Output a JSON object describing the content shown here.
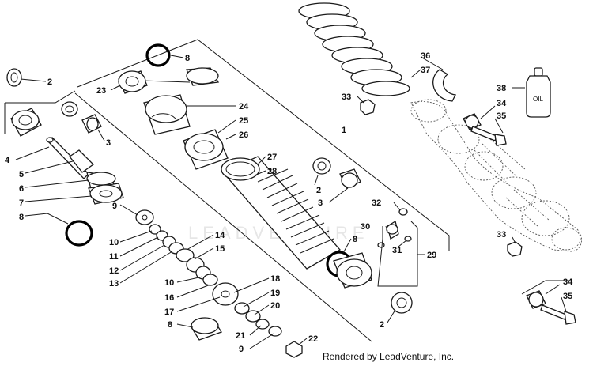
{
  "callouts": [
    {
      "id": "c2a",
      "text": "2"
    },
    {
      "id": "c4",
      "text": "4"
    },
    {
      "id": "c5",
      "text": "5"
    },
    {
      "id": "c6",
      "text": "6"
    },
    {
      "id": "c7",
      "text": "7"
    },
    {
      "id": "c8a",
      "text": "8"
    },
    {
      "id": "c3a",
      "text": "3"
    },
    {
      "id": "c9a",
      "text": "9"
    },
    {
      "id": "c10a",
      "text": "10"
    },
    {
      "id": "c11",
      "text": "11"
    },
    {
      "id": "c12",
      "text": "12"
    },
    {
      "id": "c13",
      "text": "13"
    },
    {
      "id": "c14",
      "text": "14"
    },
    {
      "id": "c15",
      "text": "15"
    },
    {
      "id": "c10b",
      "text": "10"
    },
    {
      "id": "c16",
      "text": "16"
    },
    {
      "id": "c17",
      "text": "17"
    },
    {
      "id": "c8b",
      "text": "8"
    },
    {
      "id": "c18",
      "text": "18"
    },
    {
      "id": "c19",
      "text": "19"
    },
    {
      "id": "c20",
      "text": "20"
    },
    {
      "id": "c21",
      "text": "21"
    },
    {
      "id": "c9b",
      "text": "9"
    },
    {
      "id": "c22",
      "text": "22"
    },
    {
      "id": "c8c",
      "text": "8"
    },
    {
      "id": "c23",
      "text": "23"
    },
    {
      "id": "c24",
      "text": "24"
    },
    {
      "id": "c25",
      "text": "25"
    },
    {
      "id": "c26",
      "text": "26"
    },
    {
      "id": "c1",
      "text": "1"
    },
    {
      "id": "c27",
      "text": "27"
    },
    {
      "id": "c28",
      "text": "28"
    },
    {
      "id": "c2b",
      "text": "2"
    },
    {
      "id": "c3b",
      "text": "3"
    },
    {
      "id": "c32",
      "text": "32"
    },
    {
      "id": "c30",
      "text": "30"
    },
    {
      "id": "c8d",
      "text": "8"
    },
    {
      "id": "c31",
      "text": "31"
    },
    {
      "id": "c29",
      "text": "29"
    },
    {
      "id": "c2c",
      "text": "2"
    },
    {
      "id": "c36",
      "text": "36"
    },
    {
      "id": "c37",
      "text": "37"
    },
    {
      "id": "c33a",
      "text": "33"
    },
    {
      "id": "c38",
      "text": "38"
    },
    {
      "id": "c34a",
      "text": "34"
    },
    {
      "id": "c35a",
      "text": "35"
    },
    {
      "id": "c33b",
      "text": "33"
    },
    {
      "id": "c34b",
      "text": "34"
    },
    {
      "id": "c35b",
      "text": "35"
    }
  ],
  "oil_bottle_label": "OIL",
  "watermark": "LEADVENTURE",
  "credit": "Rendered by LeadVenture, Inc."
}
